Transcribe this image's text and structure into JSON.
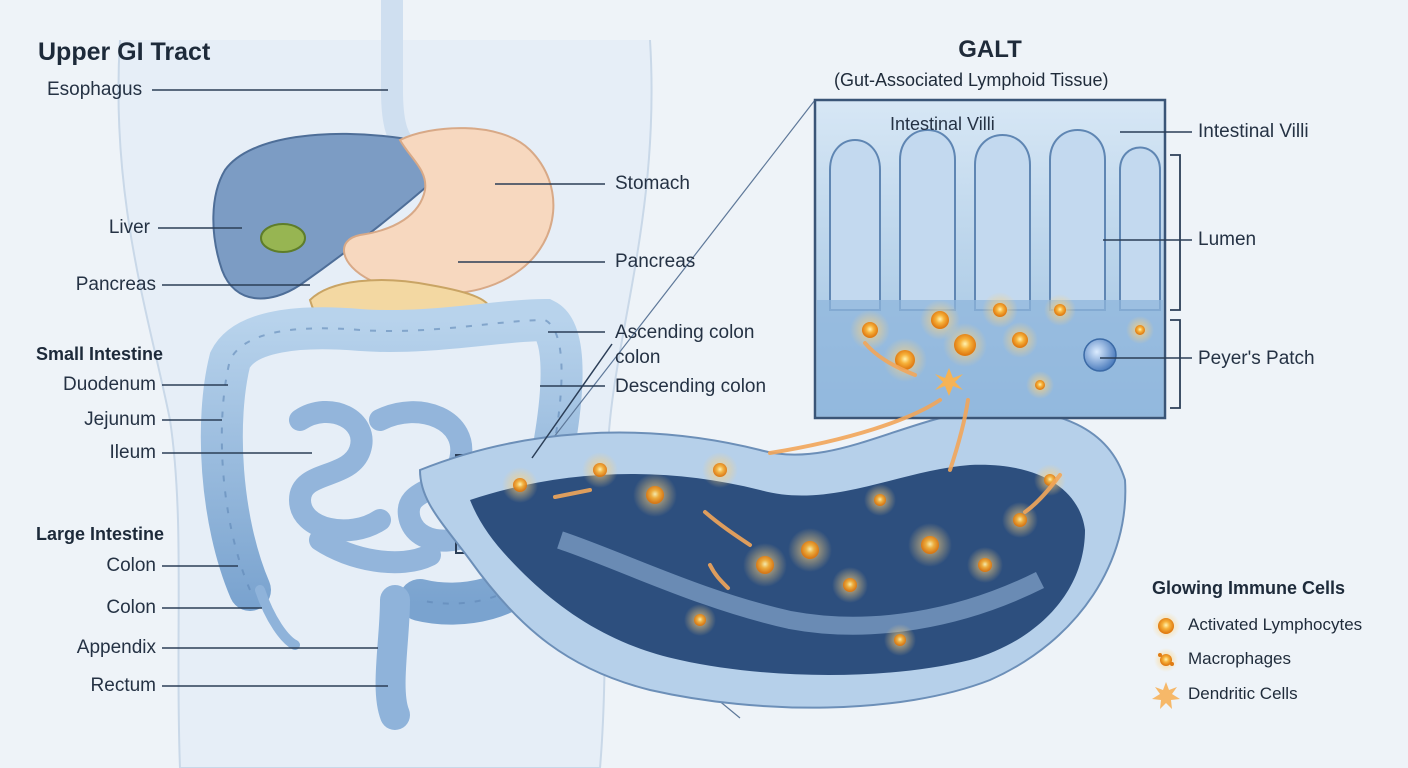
{
  "sections": {
    "upper_gi": "Upper GI Tract",
    "small_intestine": "Small Intestine",
    "large_intestine": "Large Intestine"
  },
  "left_labels": {
    "esophagus": "Esophagus",
    "liver": "Liver",
    "pancreas": "Pancreas",
    "duodenum": "Duodenum",
    "jejunum": "Jejunum",
    "ileum": "Ileum",
    "colon_1": "Colon",
    "colon_2": "Colon",
    "appendix": "Appendix",
    "rectum": "Rectum"
  },
  "right_labels": {
    "stomach": "Stomach",
    "pancreas": "Pancreas",
    "ascending_colon": "Ascending colon",
    "colon": "colon",
    "descending_colon": "Descending colon"
  },
  "galt": {
    "title": "GALT",
    "subtitle": "(Gut-Associated Lymphoid Tissue)",
    "inset_label": "Intestinal Villi",
    "labels": {
      "villi": "Intestinal Villi",
      "lumen": "Lumen",
      "peyers_patch": "Peyer's Patch"
    }
  },
  "legend": {
    "title": "Glowing Immune Cells",
    "items": [
      "Activated Lymphocytes",
      "Macrophages",
      "Dendritic Cells"
    ]
  },
  "colors": {
    "background": "#eef3f8",
    "organ_blue": "#9fc1e2",
    "liver": "#6f8fb8",
    "stomach": "#f6d3b8",
    "pancreas": "#f1d49d",
    "immune_glow": "#f5a623"
  }
}
